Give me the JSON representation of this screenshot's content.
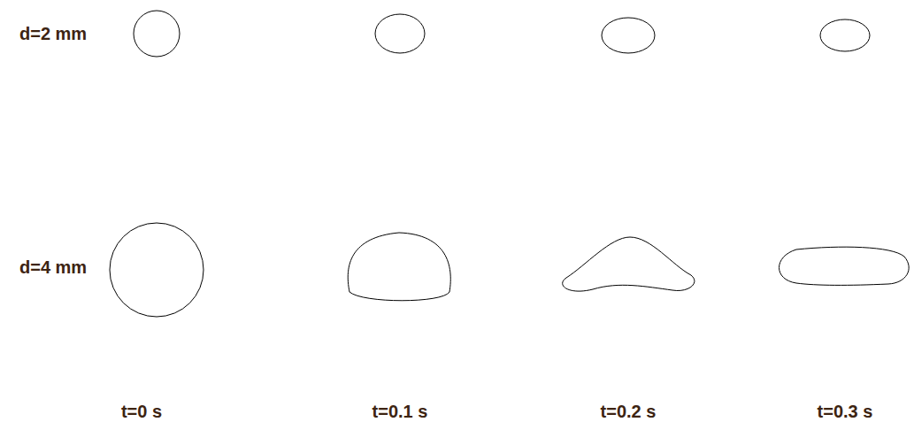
{
  "diagram": {
    "labels": [
      "d=2 mm",
      "d=4 mm",
      "t=0 s",
      "t=0.1 s",
      "t=0.2 s",
      "t=0.3 s"
    ]
  }
}
